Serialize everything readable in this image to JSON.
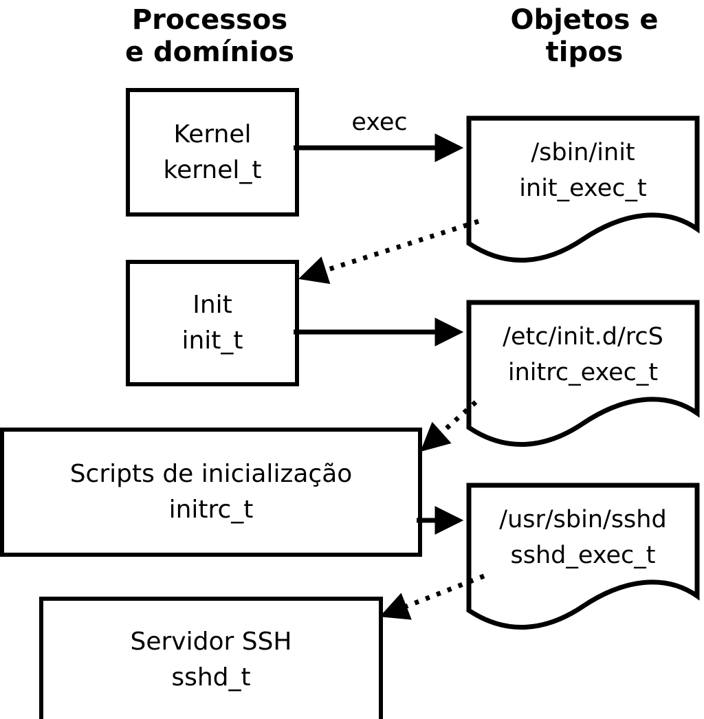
{
  "headers": {
    "left_line1": "Processos",
    "left_line2": "e domínios",
    "right_line1": "Objetos e",
    "right_line2": "tipos"
  },
  "processes": [
    {
      "label": "Kernel",
      "type": "kernel_t"
    },
    {
      "label": "Init",
      "type": "init_t"
    },
    {
      "label": "Scripts de inicialização",
      "type": "initrc_t"
    },
    {
      "label": "Servidor SSH",
      "type": "sshd_t"
    }
  ],
  "objects": [
    {
      "path": "/sbin/init",
      "type": "init_exec_t"
    },
    {
      "path": "/etc/init.d/rcS",
      "type": "initrc_exec_t"
    },
    {
      "path": "/usr/sbin/sshd",
      "type": "sshd_exec_t"
    }
  ],
  "labels": {
    "exec": "exec"
  },
  "colors": {
    "stroke": "#000000",
    "background": "#ffffff"
  }
}
